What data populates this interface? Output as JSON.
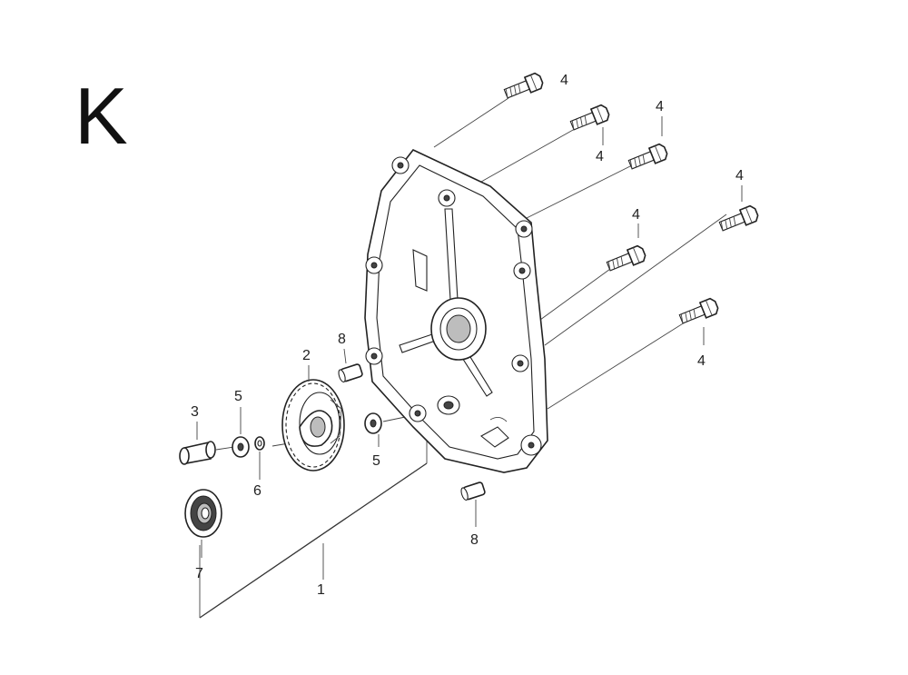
{
  "section_letter": "K",
  "callouts": [
    {
      "id": "c4a",
      "text": "4"
    },
    {
      "id": "c4b",
      "text": "4"
    },
    {
      "id": "c4c",
      "text": "4"
    },
    {
      "id": "c4d",
      "text": "4"
    },
    {
      "id": "c4e",
      "text": "4"
    },
    {
      "id": "c4f",
      "text": "4"
    },
    {
      "id": "c2",
      "text": "2"
    },
    {
      "id": "c3",
      "text": "3"
    },
    {
      "id": "c5a",
      "text": "5"
    },
    {
      "id": "c5b",
      "text": "5"
    },
    {
      "id": "c6",
      "text": "6"
    },
    {
      "id": "c7",
      "text": "7"
    },
    {
      "id": "c8a",
      "text": "8"
    },
    {
      "id": "c8b",
      "text": "8"
    },
    {
      "id": "c1",
      "text": "1"
    }
  ]
}
